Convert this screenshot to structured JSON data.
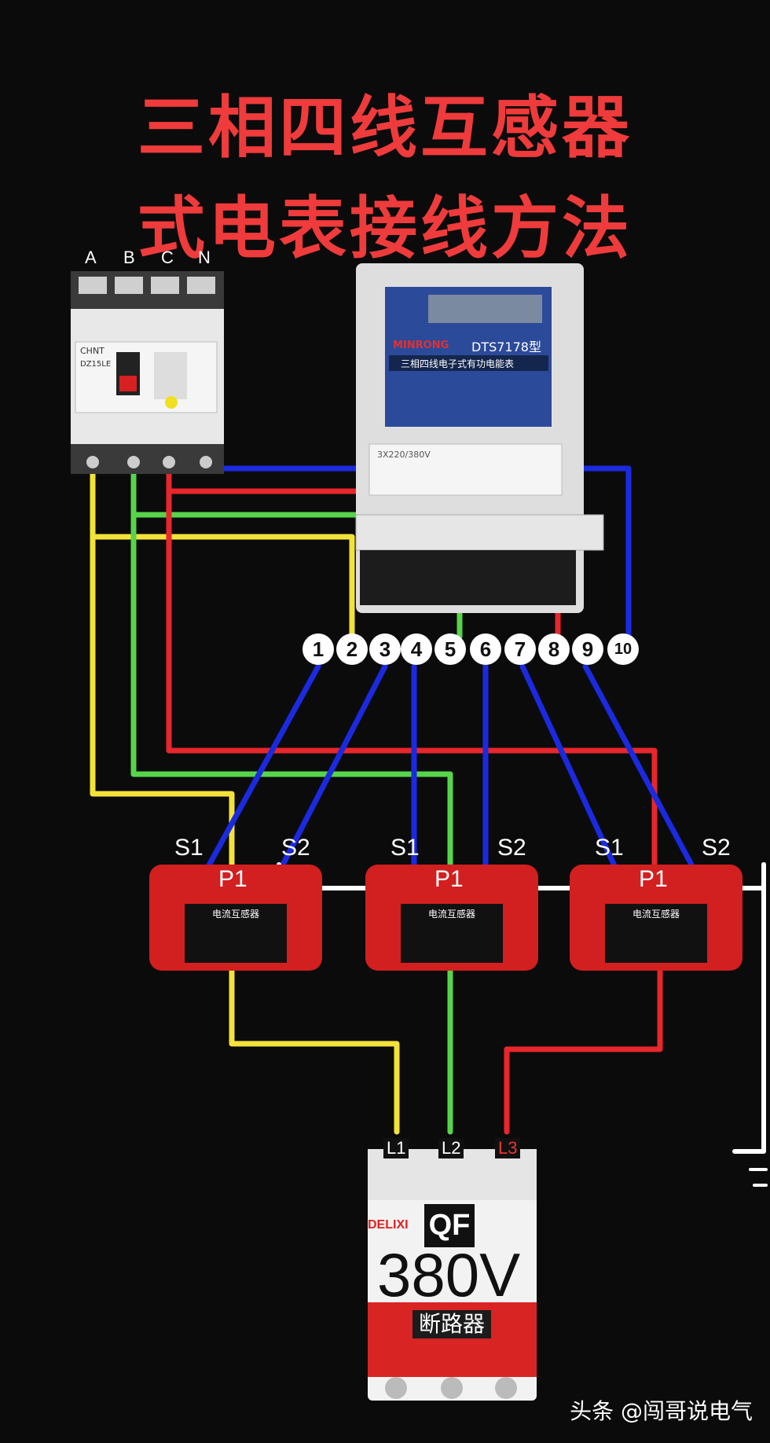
{
  "title": {
    "line1": "三相四线互感器",
    "line2": "式电表接线方法"
  },
  "breaker_top": {
    "terminals": [
      "A",
      "B",
      "C",
      "N"
    ],
    "brand": "CHNT",
    "model": "DZ15LE"
  },
  "meter": {
    "brand": "MINRONG",
    "model": "DTS7178型",
    "subtitle": "三相四线电子式有功电能表",
    "serial": "3X220/380V"
  },
  "terminals": [
    "1",
    "2",
    "3",
    "4",
    "5",
    "6",
    "7",
    "8",
    "9",
    "10"
  ],
  "ct": {
    "secondary_labels": [
      "S1",
      "S2"
    ],
    "primary_label": "P1",
    "nameplate_title": "电流互感器"
  },
  "breaker_bottom": {
    "terminals": [
      "L1",
      "L2",
      "L3"
    ],
    "brand": "DELIXI",
    "tag": "QF",
    "voltage": "380V",
    "name": "断路器"
  },
  "watermark": "头条 @闯哥说电气",
  "colors": {
    "yellow": "#f3e23a",
    "green": "#57d44a",
    "red": "#e8262b",
    "blue": "#1b2ae0",
    "white": "#ffffff",
    "title": "#ef3b3b"
  }
}
